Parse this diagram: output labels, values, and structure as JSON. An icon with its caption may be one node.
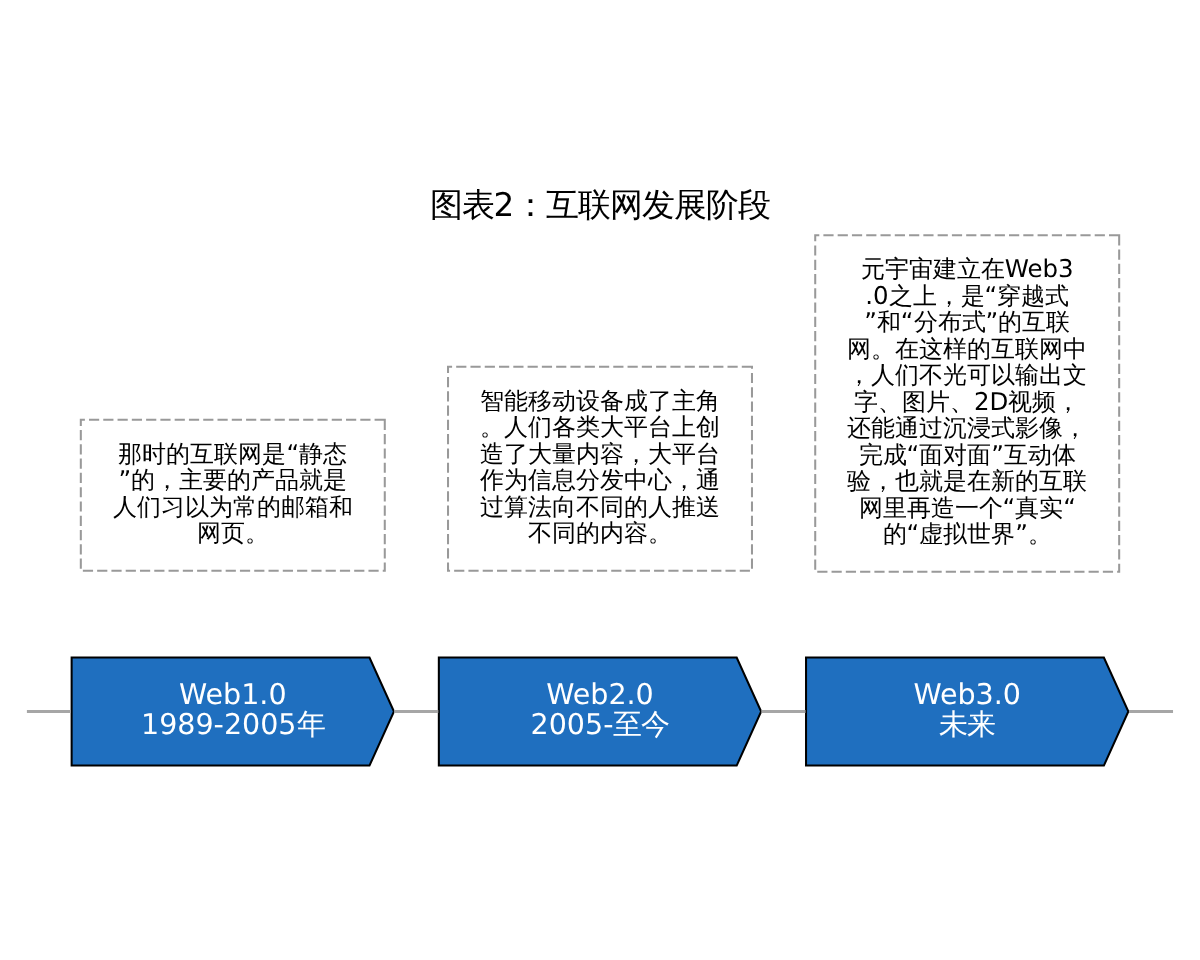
{
  "diagram": {
    "title": "图表2：互联网发展阶段",
    "nodes": [
      {
        "text": [
          "Web1.0",
          "1989-2005年"
        ]
      },
      {
        "text": [
          "Web2.0",
          "2005-至今"
        ]
      },
      {
        "text": [
          "Web3.0",
          "未来"
        ]
      },
      {
        "text": [
          "那时的互联网是“静态”的，主要的产品就是人们习以为常的邮箱和网页。"
        ]
      },
      {
        "text": [
          "智能移动设备成了主角。人们各类大平台上创造了大量内容，大平台作为信息分发中心，通过算法向不同的人推送不同的内容。"
        ]
      },
      {
        "text": [
          "元宇宙建立在Web3.0之上，是“穿越式”和“分布式”的互联网。在这样的互联网中，人们不光可以输出文字、图片、2D视频，还能通过沉浸式影像，完成“面对面”互动体验，也就是在新的互联网里再造一个“真实“的“虚拟世界”。"
        ]
      }
    ],
    "edges": [
      {
        "from": null,
        "to": 0,
        "arrow": "none"
      },
      {
        "from": 0,
        "to": 1,
        "arrow": "none"
      },
      {
        "from": 1,
        "to": 2,
        "arrow": "none"
      },
      {
        "from": 2,
        "to": null,
        "arrow": "none"
      }
    ]
  }
}
